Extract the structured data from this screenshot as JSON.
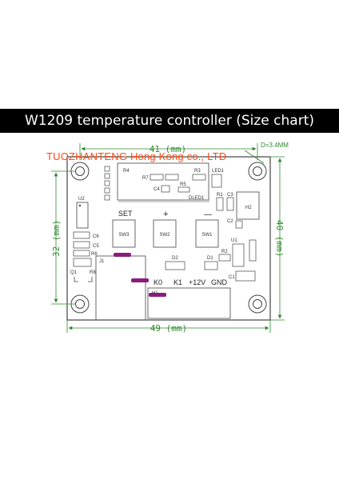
{
  "title": "W1209 temperature controller (Size chart)",
  "watermark": "TUOZHANTENG Hong Kong co., LTD",
  "dimensions": {
    "top_width": "41 (mm)",
    "hole_diameter": "D=3.4MM",
    "left_height": "32 (mm)",
    "right_height": "40 (mm)",
    "bottom_width": "49 (mm)"
  },
  "buttons": {
    "set_label": "SET",
    "plus_label": "+",
    "minus_label": "—",
    "sw3": "SW3",
    "sw2": "SW2",
    "sw1": "SW1"
  },
  "terminals": {
    "k0": "K0",
    "k1": "K1",
    "v12": "+12V",
    "gnd": "GND"
  },
  "components": {
    "r4": "R4",
    "r7": "R7",
    "r3": "R3",
    "c4": "C4",
    "r5": "R5",
    "dled1": "DLED1",
    "led1": "LED1",
    "r1": "R1",
    "c3": "C3",
    "h2": "H2",
    "c2": "C2",
    "u2": "U2",
    "c6": "C6",
    "c5": "C5",
    "r6": "R6",
    "q1": "Q1",
    "r8": "R8",
    "j1": "J1",
    "d2": "D2",
    "d1": "D1",
    "r2": "R2",
    "u1": "U1",
    "c1": "C1",
    "h1": "H1"
  },
  "colors": {
    "dimension": "#2f8a2f",
    "board": "#444444",
    "accent": "#8a1c7c",
    "title_bg": "#000000",
    "watermark": "#ff4a12"
  }
}
